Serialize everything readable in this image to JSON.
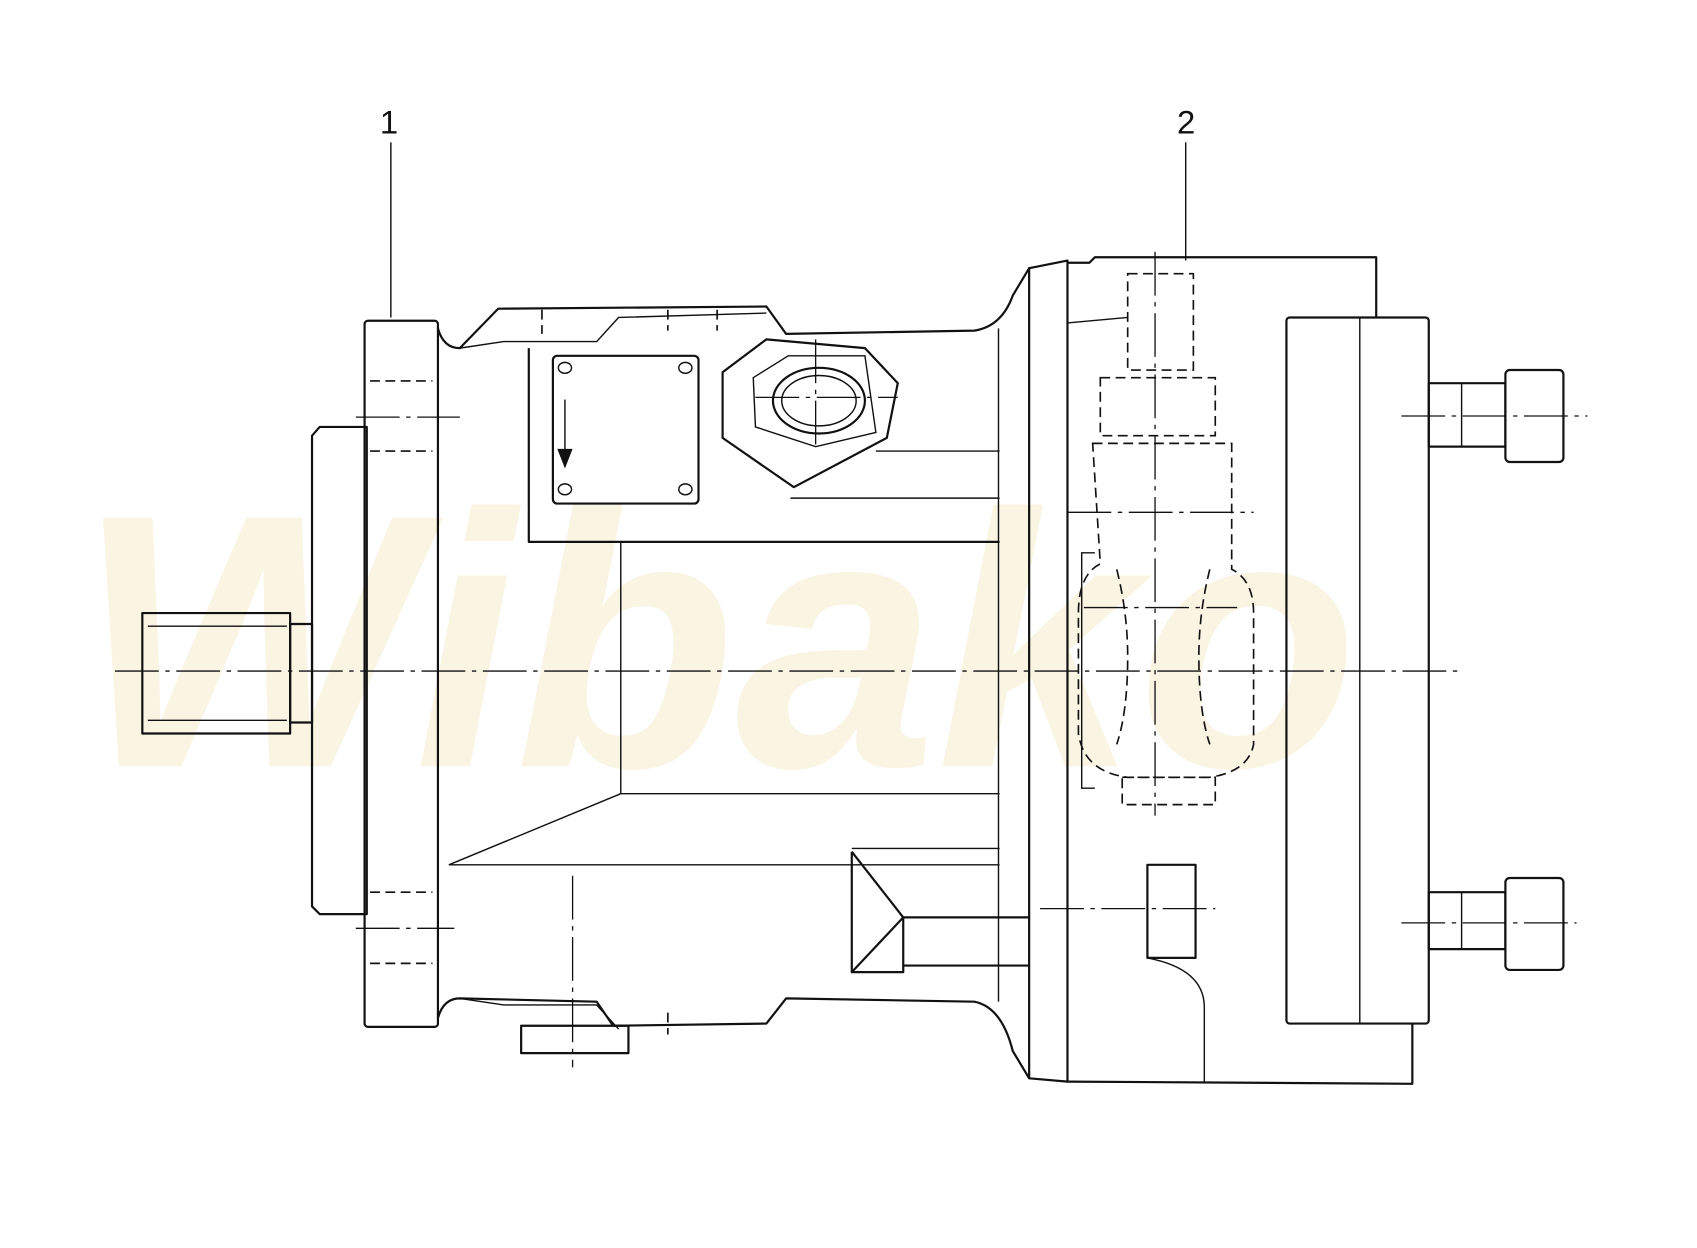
{
  "diagram": {
    "callouts": [
      {
        "number": "1"
      },
      {
        "number": "2"
      }
    ],
    "watermark": "Wibako",
    "colors": {
      "line": "#111111",
      "watermark": "#f6eccd"
    }
  }
}
